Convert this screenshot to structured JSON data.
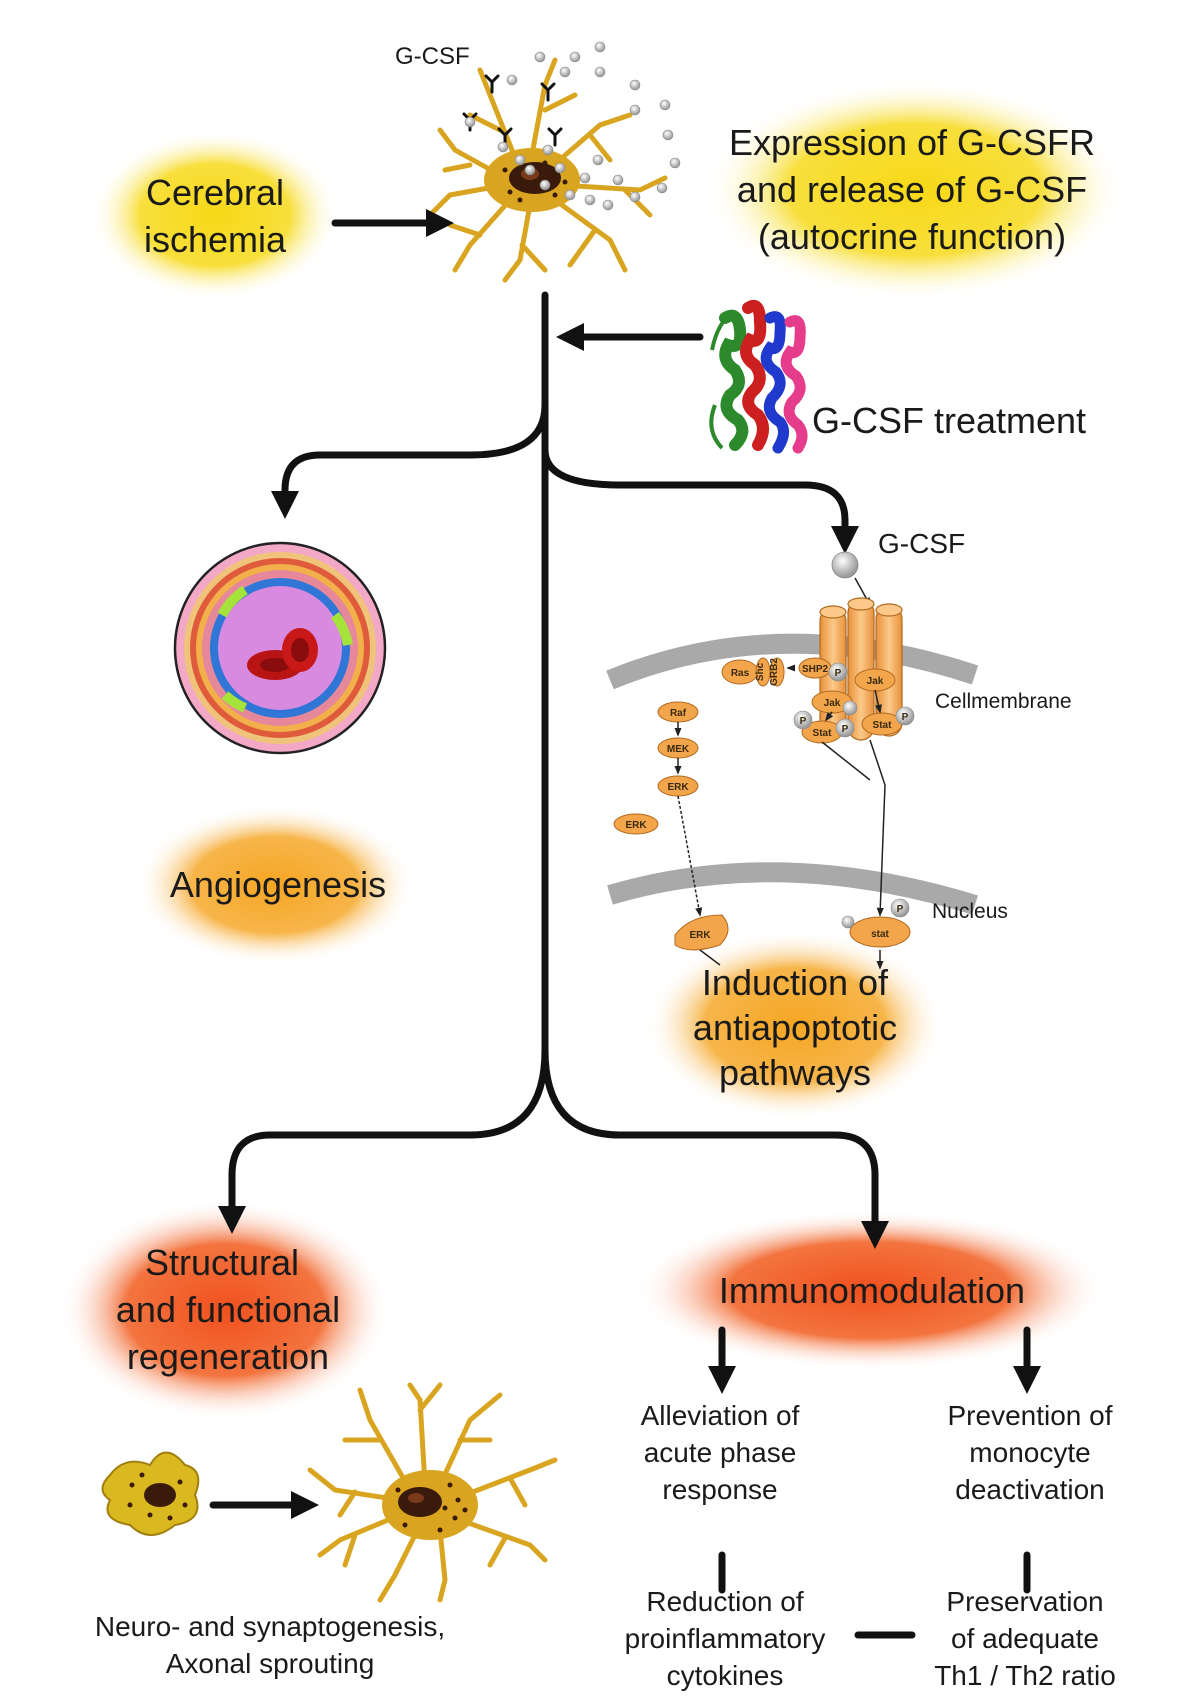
{
  "labels": {
    "top_gcsf": "G-CSF",
    "cerebral_1": "Cerebral",
    "cerebral_2": "ischemia",
    "expression_1": "Expression of G-CSFR",
    "expression_2": "and release of G-CSF",
    "expression_3": "(autocrine function)",
    "treatment": "G-CSF treatment",
    "gcsf_ligand": "G-CSF",
    "cellmembrane": "Cellmembrane",
    "nucleus": "Nucleus",
    "angiogenesis": "Angiogenesis",
    "induction_1": "Induction of",
    "induction_2": "antiapoptotic",
    "induction_3": "pathways",
    "structural_1": "Structural",
    "structural_2": "and functional",
    "structural_3": "regeneration",
    "immuno": "Immunomodulation",
    "neuro_1": "Neuro- and synaptogenesis,",
    "neuro_2": "Axonal sprouting",
    "allev_1": "Alleviation of",
    "allev_2": "acute phase",
    "allev_3": "response",
    "prev_1": "Prevention of",
    "prev_2": "monocyte",
    "prev_3": "deactivation",
    "red_1": "Reduction of",
    "red_2": "proinflammatory",
    "red_3": "cytokines",
    "pres_1": "Preservation",
    "pres_2": "of adequate",
    "pres_3": "Th1 / Th2 ratio"
  },
  "pathway": {
    "ras": "Ras",
    "shc": "Shc",
    "grb2": "GRB2",
    "shp2": "SHP2",
    "raf": "Raf",
    "mek": "MEK",
    "erk": "ERK",
    "jak": "Jak",
    "stat": "Stat",
    "stat_nuc": "stat",
    "p": "P"
  },
  "colors": {
    "yellow_glow": "#f7d917",
    "orange_glow": "#f5a623",
    "red_glow": "#f0501e",
    "neuron": "#d9a520",
    "protein": "#f2a54a"
  }
}
